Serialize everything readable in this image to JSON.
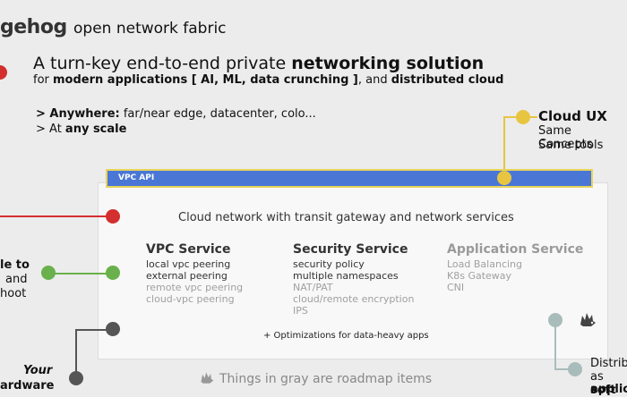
{
  "header": {
    "logo_text": "gehog",
    "tagline": "open network fabric"
  },
  "headline": {
    "pre": "A turn-key end-to-end private ",
    "bold": "networking solution"
  },
  "subline": {
    "pre": "for ",
    "bold1": "modern applications [ AI, ML, data crunching ]",
    "mid": ", and ",
    "bold2": "distributed cloud"
  },
  "bullets": [
    {
      "bold": "> Anywhere:",
      "rest": " far/near edge, datacenter, colo..."
    },
    {
      "pre": "> At ",
      "bold": "any scale"
    }
  ],
  "cloud_ux": {
    "title": "Cloud UX",
    "line1": "Same Concepts",
    "line2": "Same tools"
  },
  "vpc_api": "VPC API",
  "cloud_network": "Cloud network with transit gateway and network services",
  "services": [
    {
      "title": "VPC Service",
      "items": [
        {
          "text": "local vpc peering",
          "gray": false
        },
        {
          "text": "external peering",
          "gray": false
        },
        {
          "text": "remote vpc peering",
          "gray": true
        },
        {
          "text": "cloud-vpc peering",
          "gray": true
        }
      ]
    },
    {
      "title": "Security Service",
      "items": [
        {
          "text": "security policy",
          "gray": false
        },
        {
          "text": "multiple namespaces",
          "gray": false
        },
        {
          "text": "NAT/PAT",
          "gray": true
        },
        {
          "text": "cloud/remote encryption",
          "gray": true
        },
        {
          "text": "IPS",
          "gray": true
        }
      ]
    },
    {
      "title": "Application Service",
      "items": [
        {
          "text": "Load Balancing",
          "gray": true
        },
        {
          "text": "K8s Gateway",
          "gray": true
        },
        {
          "text": "CNI",
          "gray": true
        }
      ]
    }
  ],
  "optimizations": "+      Optimizations for data-heavy apps",
  "roadmap_note": "Things in gray are roadmap items",
  "left_side": {
    "line1": "le to",
    "line2": "and",
    "line3": "hoot",
    "your": "Your",
    "hardware": "ardware"
  },
  "right_side": {
    "line1": "Distrib",
    "line2_pre": "as ",
    "line2_bold": "soft",
    "line3": "applic"
  },
  "icons": [
    "hedgehog-logo-icon",
    "hedgehog-mark-icon",
    "hedgehog-mark-icon"
  ]
}
